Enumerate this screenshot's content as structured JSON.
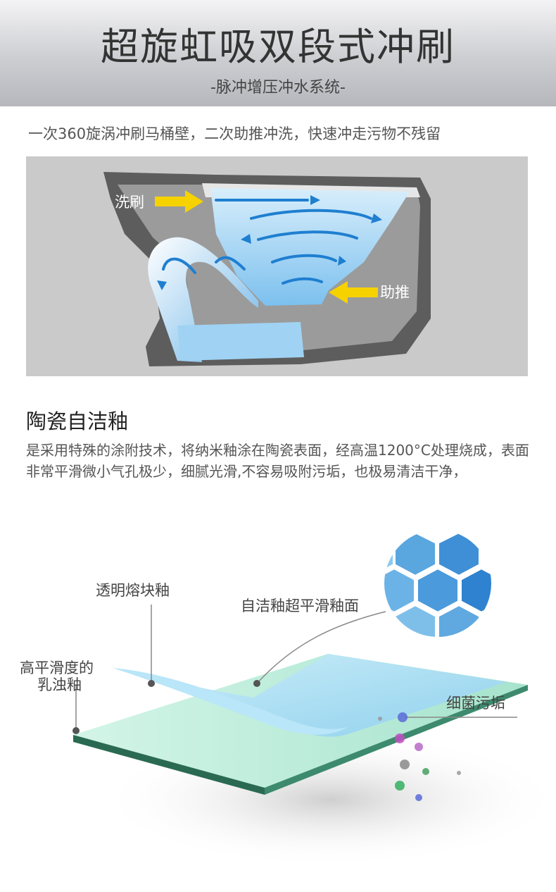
{
  "header": {
    "title": "超旋虹吸双段式冲刷",
    "subtitle": "-脉冲增压冲水系统-"
  },
  "intro_text": "一次360旋涡冲刷马桶壁，二次助推冲洗，快速冲走污物不残留",
  "flush_diagram": {
    "label_wash": "洗刷",
    "label_push": "助推",
    "arrow_color": "#f5d200",
    "water_color": "#7ec3ef",
    "flow_arrow_color": "#1f7fd0"
  },
  "glaze_section": {
    "title": "陶瓷自洁釉",
    "description": "是采用特殊的涂附技术，将纳米釉涂在陶瓷表面，经高温1200°C处理烧成，表面非常平滑微小气孔极少，细腻光滑,不容易吸附污垢，也极易清洁干净，"
  },
  "layer_diagram": {
    "label_transparent_glaze": "透明熔块釉",
    "label_self_clean_surface": "自洁釉超平滑釉面",
    "label_milky_glaze_line1": "高平滑度的",
    "label_milky_glaze_line2": "乳浊釉",
    "label_bacteria": "细菌污垢",
    "top_layer_color": "#a9dcf4",
    "base_layer_color": "#bfeee0",
    "edge_color": "#2a6a52"
  }
}
